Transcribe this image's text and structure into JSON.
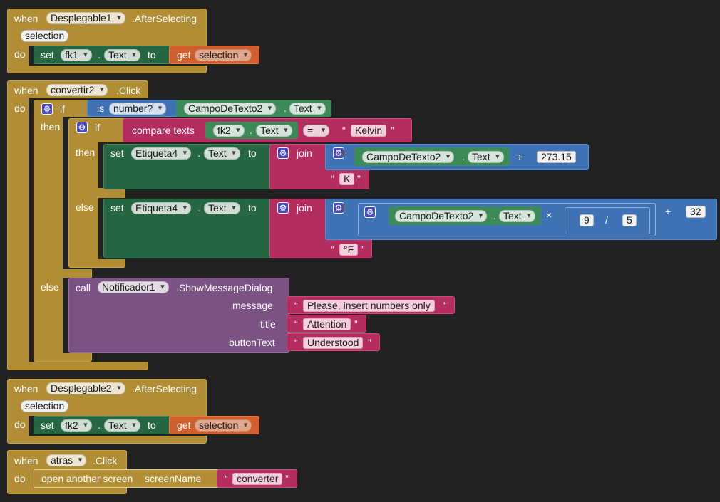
{
  "blocks": {
    "ev1": {
      "when": "when",
      "component": "Desplegable1",
      "event": ".AfterSelecting",
      "param": "selection",
      "do": "do",
      "set_kw": "set",
      "target": "fk1",
      "dot": ".",
      "prop": "Text",
      "to": "to",
      "get_kw": "get",
      "get_var": "selection"
    },
    "ev2": {
      "when": "when",
      "component": "convertir2",
      "event": ".Click",
      "do": "do",
      "if_kw": "if",
      "is_kw": "is",
      "is_op": "number?",
      "src_comp": "CampoDeTexto2",
      "src_prop": "Text",
      "then_kw": "then",
      "else_kw": "else",
      "inner_if": "if",
      "compare_kw": "compare texts",
      "cmp_comp": "fk2",
      "cmp_prop": "Text",
      "cmp_op": "=",
      "cmp_val": "Kelvin",
      "inner_then": "then",
      "inner_else": "else",
      "set_kw": "set",
      "set_target": "Etiqueta4",
      "set_prop": "Text",
      "to": "to",
      "join_kw": "join",
      "k_comp": "CampoDeTexto2",
      "k_prop": "Text",
      "plus": "+",
      "k_add": "273.15",
      "k_unit": "K",
      "f_comp": "CampoDeTexto2",
      "f_prop": "Text",
      "times": "×",
      "num9": "9",
      "div": "/",
      "num5": "5",
      "f_add": "32",
      "f_unit": "°F",
      "call_kw": "call",
      "notifier": "Notificador1",
      "method": ".ShowMessageDialog",
      "message_label": "message",
      "message_val": "Please, insert numbers only",
      "title_label": "title",
      "title_val": "Attention",
      "button_label": "buttonText",
      "button_val": "Understood"
    },
    "ev3": {
      "when": "when",
      "component": "Desplegable2",
      "event": ".AfterSelecting",
      "param": "selection",
      "do": "do",
      "set_kw": "set",
      "target": "fk2",
      "dot": ".",
      "prop": "Text",
      "to": "to",
      "get_kw": "get",
      "get_var": "selection"
    },
    "ev4": {
      "when": "when",
      "component": "atras",
      "event": ".Click",
      "do": "do",
      "open_kw": "open another screen",
      "screen_label": "screenName",
      "screen_val": "converter"
    }
  },
  "glyphs": {
    "open_quote": "“",
    "close_quote": "”",
    "gear_icon": "⚙"
  },
  "colors": {
    "control": "#b18e35",
    "setter": "#266643",
    "getter": "#d05f2d",
    "math": "#3f71b5",
    "text": "#b32d5e",
    "procedure": "#7c5385",
    "background": "#222222"
  }
}
